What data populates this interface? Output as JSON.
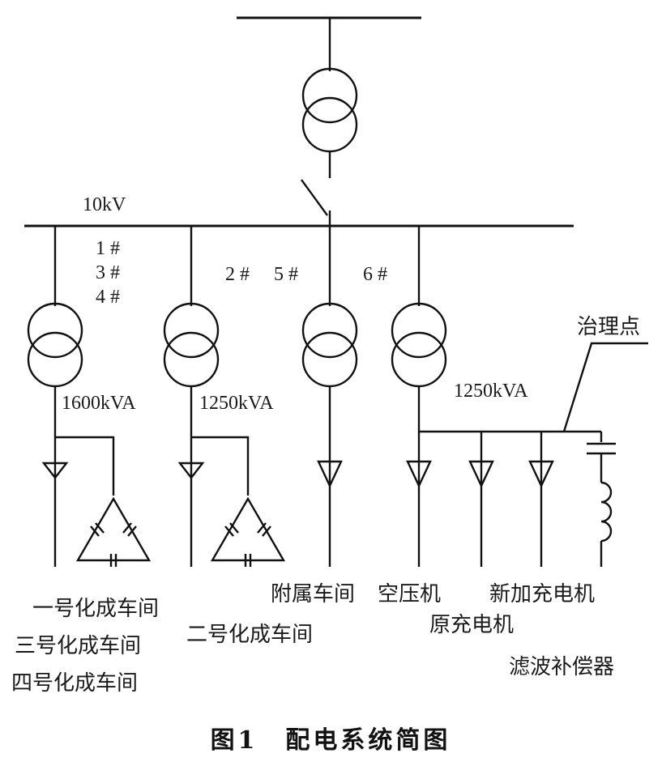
{
  "diagram": {
    "bus_voltage": "10kV",
    "transformer_numbers": {
      "t1": [
        "1 #",
        "3 #",
        "4 #"
      ],
      "t2": "2 #",
      "t3": "5 #",
      "t4": "6 #"
    },
    "ratings": {
      "t1": "1600kVA",
      "t2": "1250kVA",
      "t4": "1250kVA"
    },
    "treatment_point": "治理点",
    "loads": {
      "t1": [
        "一号化成车间",
        "三号化成车间",
        "四号化成车间"
      ],
      "t2": "二号化成车间",
      "t3": "附属车间",
      "t4_a": "空压机",
      "t4_b": "原充电机",
      "t4_c": "新加充电机",
      "filter": "滤波补偿器"
    },
    "caption": "图1　配电系统简图"
  }
}
